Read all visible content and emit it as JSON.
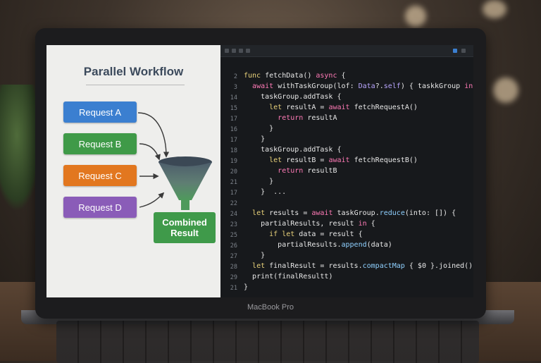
{
  "laptop": {
    "brand_label": "MacBook Pro"
  },
  "diagram": {
    "title": "Parallel Workflow",
    "requests": [
      {
        "label": "Request A",
        "color": "#3b7fd0"
      },
      {
        "label": "Request B",
        "color": "#3f9a48"
      },
      {
        "label": "Request C",
        "color": "#e2771f"
      },
      {
        "label": "Request D",
        "color": "#8a5cb8"
      }
    ],
    "result_label": "Combined Result"
  },
  "code": {
    "lines": [
      {
        "num": "2",
        "text": "func fetchData() async {"
      },
      {
        "num": "3",
        "text": "  await withTaskGroup(lof: Data?.self) { taskkGroup in {"
      },
      {
        "num": "14",
        "text": "    taskGroup.addTask {"
      },
      {
        "num": "15",
        "text": "      let resultA = await fetchRequestA()"
      },
      {
        "num": "17",
        "text": "        return resultA"
      },
      {
        "num": "16",
        "text": "      }"
      },
      {
        "num": "17",
        "text": "    }"
      },
      {
        "num": "18",
        "text": "    taskGroup.addTask {"
      },
      {
        "num": "19",
        "text": "      let resultB = await fetchRequestB()"
      },
      {
        "num": "20",
        "text": "        return resultB"
      },
      {
        "num": "21",
        "text": "      }"
      },
      {
        "num": "17",
        "text": "    }  ..."
      },
      {
        "num": "22",
        "text": ""
      },
      {
        "num": "24",
        "text": "  let results = await taskGroup.reduce(into: []) {"
      },
      {
        "num": "23",
        "text": "    partialResults, result in {"
      },
      {
        "num": "25",
        "text": "      if let data = result {"
      },
      {
        "num": "26",
        "text": "        partialResults.append(data)"
      },
      {
        "num": "27",
        "text": "    }"
      },
      {
        "num": "28",
        "text": "  let finalResult = results.compactMap { $0 }.joined()"
      },
      {
        "num": "29",
        "text": "  print(finalResultt)"
      },
      {
        "num": "21",
        "text": "}"
      }
    ]
  }
}
